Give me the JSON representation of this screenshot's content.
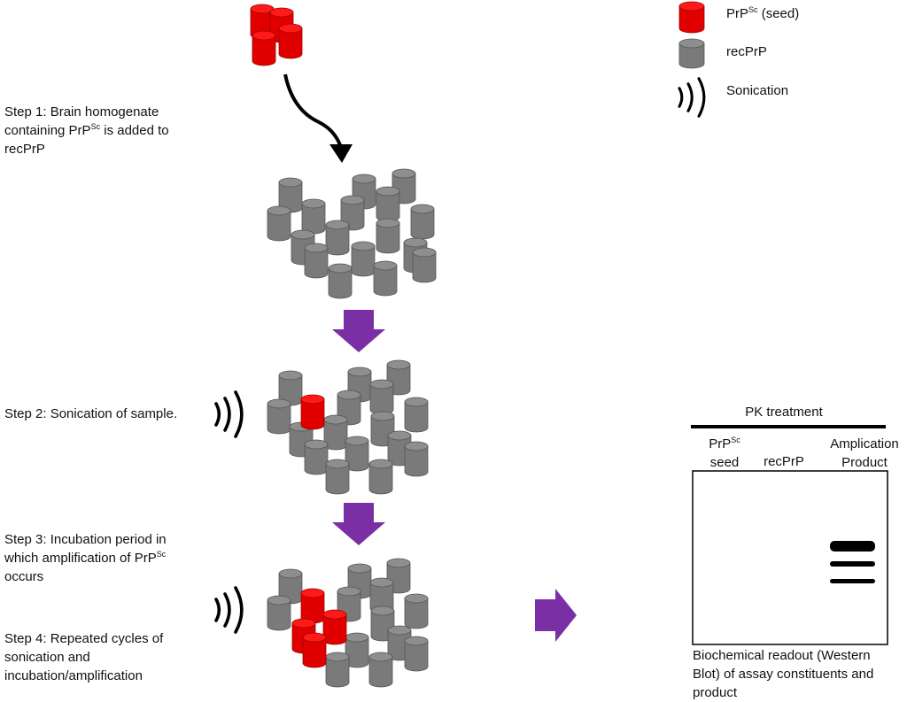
{
  "legend": {
    "seed": {
      "main": "PrP",
      "sup": "Sc",
      "tail": " (seed)"
    },
    "rec": "recPrP",
    "sonication": "Sonication"
  },
  "steps": {
    "step1": {
      "line1": "Step 1:  Brain homogenate",
      "line2_main": "containing PrP",
      "line2_sup": "Sc",
      "line2_tail": " is added to",
      "line3": "recPrP"
    },
    "step2": {
      "line1": "Step 2:  Sonication of sample."
    },
    "step3": {
      "line1": "Step 3:  Incubation  period in",
      "line2_main": "which amplification of PrP",
      "line2_sup": "Sc",
      "line3": "occurs"
    },
    "step4": {
      "line1": "Step 4:  Repeated cycles of",
      "line2": "sonication and",
      "line3": "incubation/amplification"
    }
  },
  "blot": {
    "header": "PK treatment",
    "lanes": [
      {
        "line1_main": "PrP",
        "line1_sup": "Sc",
        "line2": "seed"
      },
      {
        "line1": "recPrP"
      },
      {
        "line1": "Amplication",
        "line2": "Product"
      }
    ],
    "caption": {
      "line1": "Biochemical readout (Western",
      "line2": "Blot) of assay constituents and",
      "line3": "product"
    }
  },
  "colors": {
    "seed": "#e00000",
    "seed_top": "#ff1a1a",
    "rec": "#7a7a7a",
    "rec_top": "#8e8e8e",
    "arrow": "#7b2fa5",
    "ink": "#000000"
  }
}
